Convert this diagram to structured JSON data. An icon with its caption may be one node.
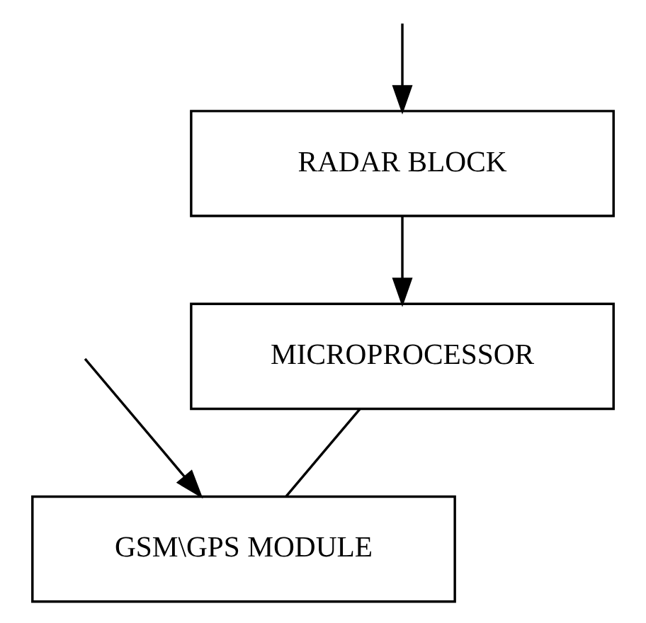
{
  "diagram": {
    "nodes": [
      {
        "text": [
          "RADAR BLOCK"
        ]
      },
      {
        "text": [
          "MICROPROCESSOR"
        ]
      },
      {
        "text": [
          "GSM\\GPS MODULE"
        ]
      }
    ],
    "edges": [
      {
        "from": 0,
        "to": 1,
        "arrow": "to"
      },
      {
        "from": 1,
        "to": 2,
        "arrow": "none"
      },
      {
        "from": null,
        "to": 0,
        "arrow": "to"
      },
      {
        "from": null,
        "to": 2,
        "arrow": "to"
      }
    ]
  }
}
